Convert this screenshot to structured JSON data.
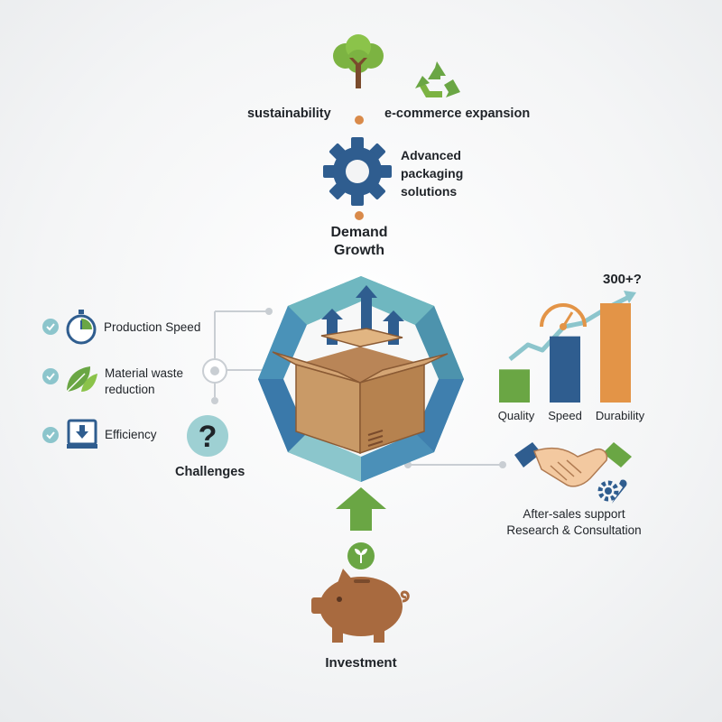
{
  "top": {
    "sustainability": "sustainability",
    "ecommerce": "e-commerce expansion",
    "advanced": [
      "Advanced",
      "packaging",
      "solutions"
    ],
    "demand": [
      "Demand",
      "Growth"
    ]
  },
  "left": {
    "items": [
      "Production Speed",
      "Material waste",
      "reduction",
      "Efficiency"
    ],
    "challenges": "Challenges"
  },
  "right": {
    "chart_label": "300+?",
    "bars": [
      "Quality",
      "Speed",
      "Durability"
    ],
    "support": [
      "After-sales support",
      "Research & Consultation"
    ]
  },
  "bottom": {
    "investment": "Investment"
  },
  "colors": {
    "teal": "#6fb3bd",
    "blue": "#2f5d8f",
    "green": "#6aa644",
    "orange": "#e39447",
    "brown": "#a86a3f",
    "box": "#c99a67"
  },
  "chart_data": {
    "type": "bar",
    "categories": [
      "Quality",
      "Speed",
      "Durability"
    ],
    "values": [
      1,
      2,
      3
    ],
    "annotation": "300+?"
  }
}
